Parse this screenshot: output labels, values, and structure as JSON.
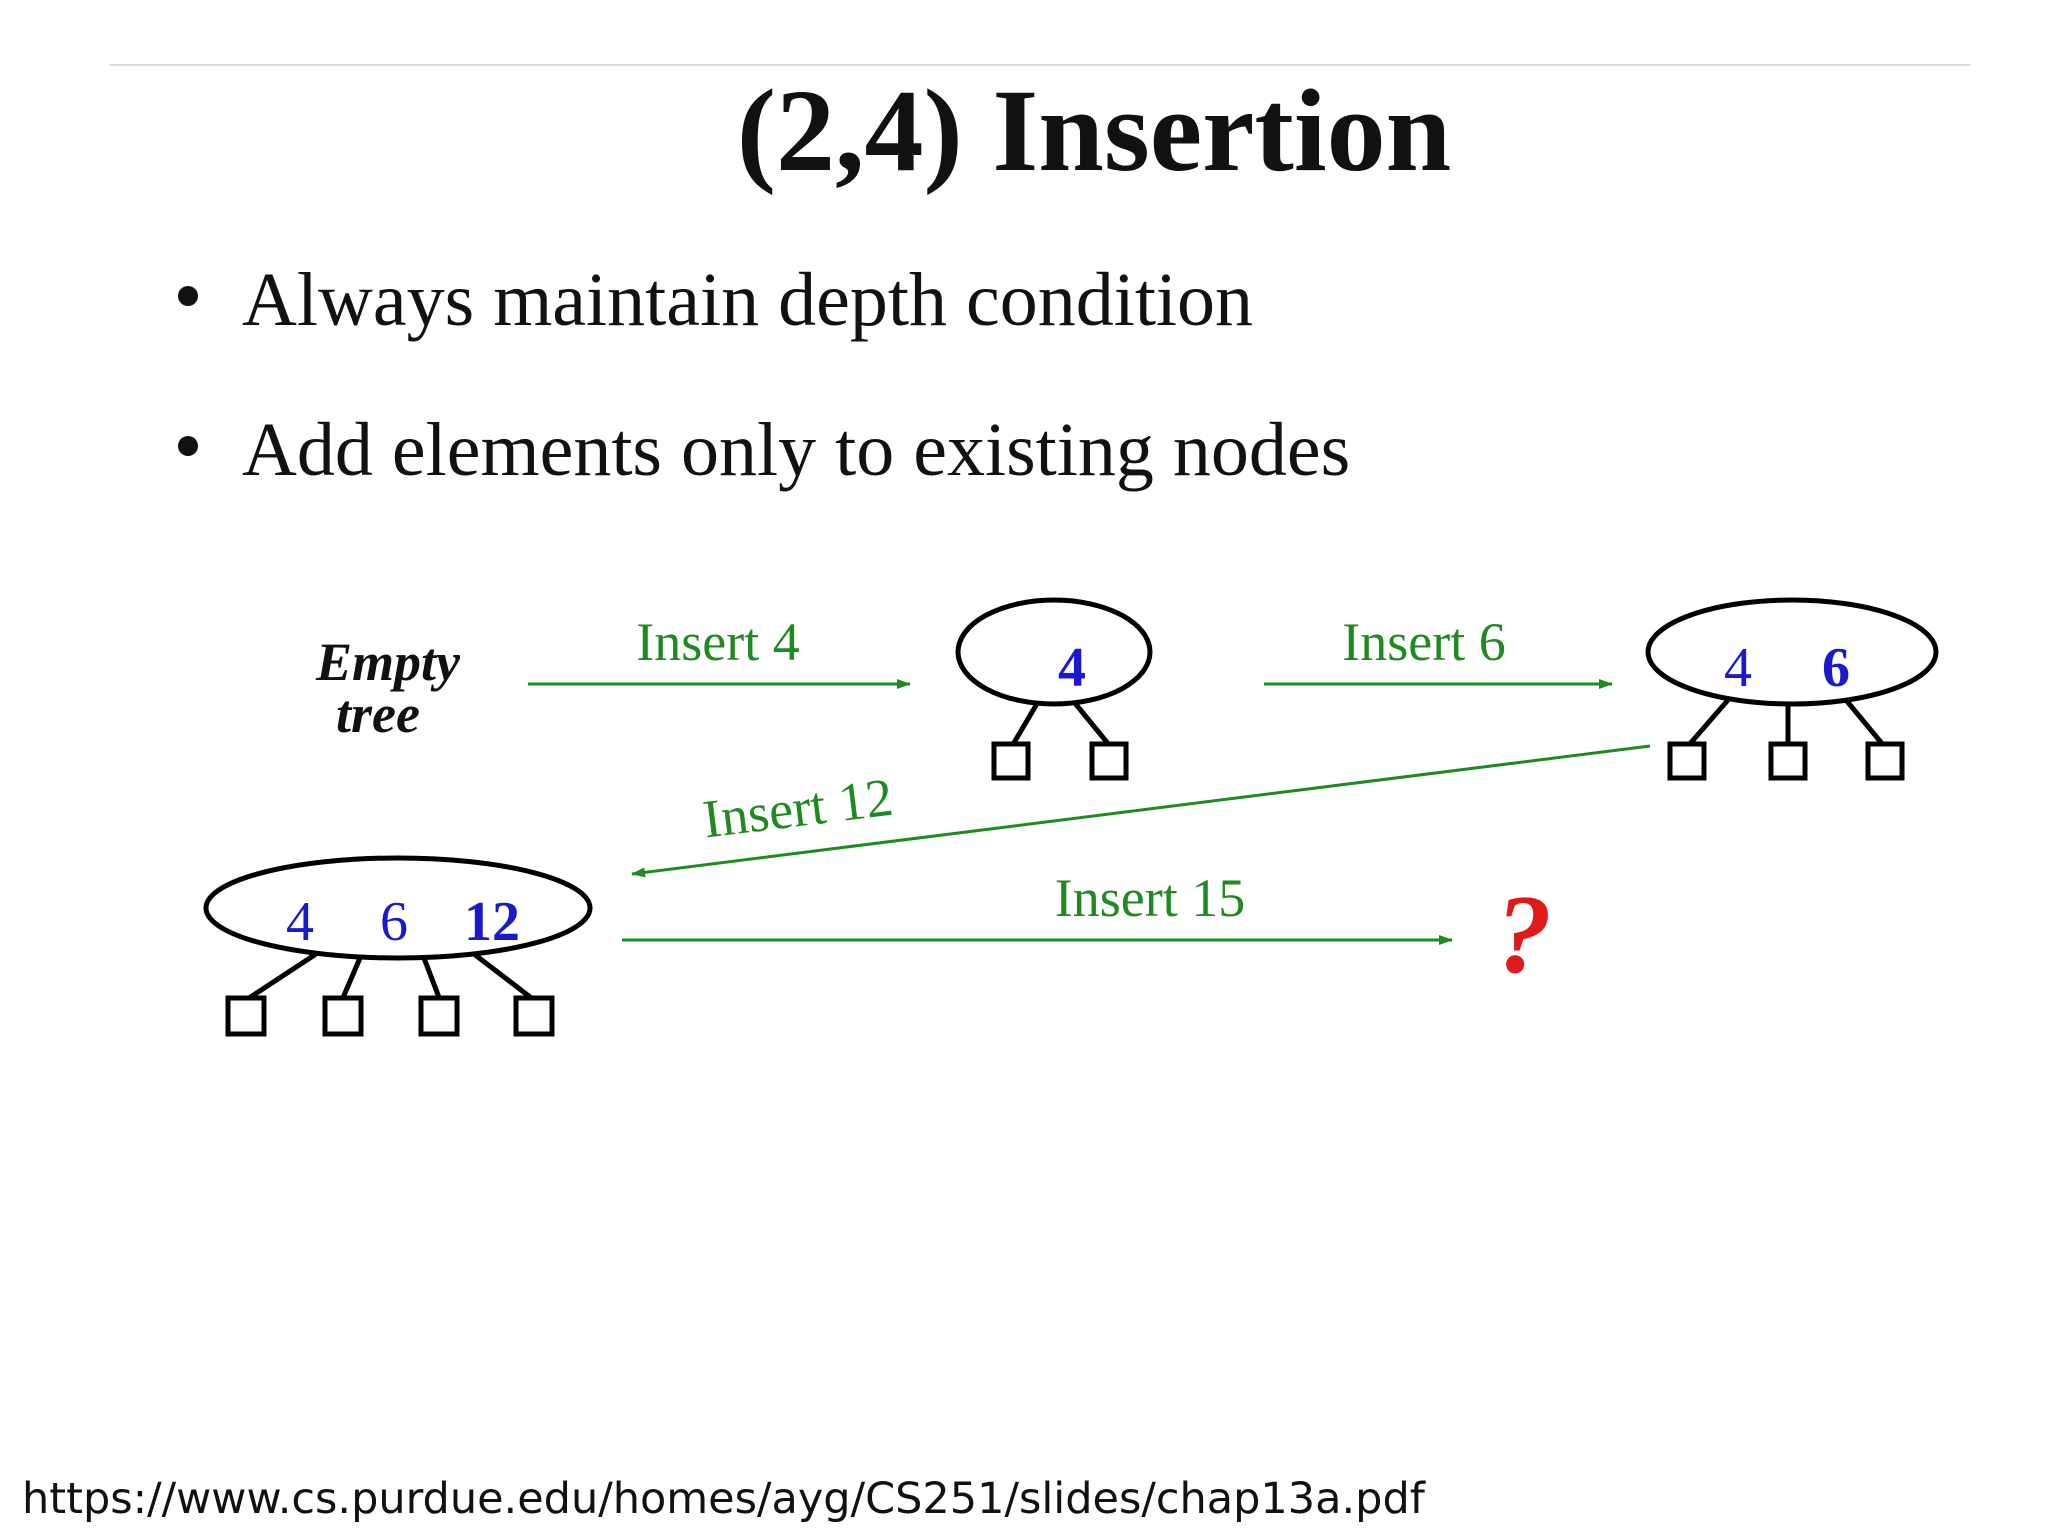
{
  "slide": {
    "title": "(2,4) Insertion",
    "bullets": [
      "Always maintain depth condition",
      "Add elements only to existing nodes"
    ]
  },
  "diagram": {
    "empty_label_line1": "Empty",
    "empty_label_line2": "tree",
    "steps": [
      {
        "label": "Insert 4"
      },
      {
        "label": "Insert 6"
      },
      {
        "label": "Insert 12"
      },
      {
        "label": "Insert 15"
      }
    ],
    "nodes": [
      {
        "keys": [
          "4"
        ]
      },
      {
        "keys": [
          "4",
          "6"
        ]
      },
      {
        "keys": [
          "4",
          "6",
          "12"
        ]
      }
    ],
    "result_symbol": "?",
    "colors": {
      "arrow": "#1f8a1f",
      "key": "#1a1acc",
      "question": "#e01a1a",
      "node_outline": "#000000"
    }
  },
  "footer": {
    "source_url": "https://www.cs.purdue.edu/homes/ayg/CS251/slides/chap13a.pdf"
  }
}
